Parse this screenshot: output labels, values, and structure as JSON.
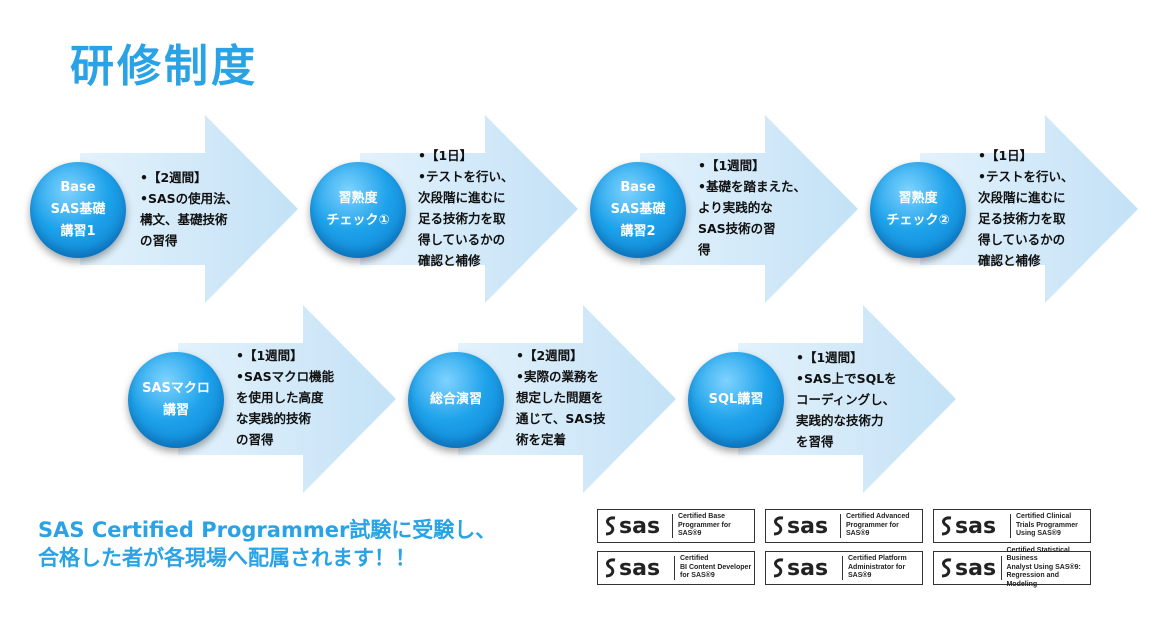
{
  "title": "研修制度",
  "steps": [
    {
      "circle": "Base\nSAS基礎\n講習1",
      "duration": "•【2週間】",
      "text": "•SASの使用法、\n構文、基礎技術\nの習得"
    },
    {
      "circle": "習熟度\nチェック①",
      "duration": "•【1日】",
      "text": "•テストを行い、\n次段階に進むに\n足る技術力を取\n得しているかの\n確認と補修"
    },
    {
      "circle": "Base\nSAS基礎\n講習2",
      "duration": "•【1週間】",
      "text": "•基礎を踏まえた、\nより実践的な\nSAS技術の習\n得"
    },
    {
      "circle": "習熟度\nチェック②",
      "duration": "•【1日】",
      "text": "•テストを行い、\n次段階に進むに\n足る技術力を取\n得しているかの\n確認と補修"
    },
    {
      "circle": "SASマクロ\n講習",
      "duration": "•【1週間】",
      "text": "•SASマクロ機能\nを使用した高度\nな実践的技術\nの習得"
    },
    {
      "circle": "総合演習",
      "duration": "•【2週間】",
      "text": "•実際の業務を\n想定した問題を\n通じて、SAS技\n術を定着"
    },
    {
      "circle": "SQL講習",
      "duration": "•【1週間】",
      "text": "•SAS上でSQLを\nコーディングし、\n実践的な技術力\nを習得"
    }
  ],
  "bottom_text": {
    "line1": "SAS Certified Programmer試験に受験し、",
    "line2": "合格した者が各現場へ配属されます！！"
  },
  "badges": [
    {
      "logo": "sas",
      "cert": "Certified Base\nProgrammer for SAS®9"
    },
    {
      "logo": "sas",
      "cert": "Certified Advanced\nProgrammer for SAS®9"
    },
    {
      "logo": "sas",
      "cert": "Certified Clinical\nTrials Programmer\nUsing SAS®9"
    },
    {
      "logo": "sas",
      "cert": "Certified\nBI Content Developer\nfor SAS®9"
    },
    {
      "logo": "sas",
      "cert": "Certified Platform\nAdministrator for\nSAS®9"
    },
    {
      "logo": "sas",
      "cert": "Certified Statistical Business\nAnalyst Using SAS®9:\nRegression and Modeling"
    }
  ],
  "colors": {
    "accent": "#29a3e6",
    "arrow_light": "#e9f5fd",
    "arrow_dark": "#bfe0f6"
  }
}
